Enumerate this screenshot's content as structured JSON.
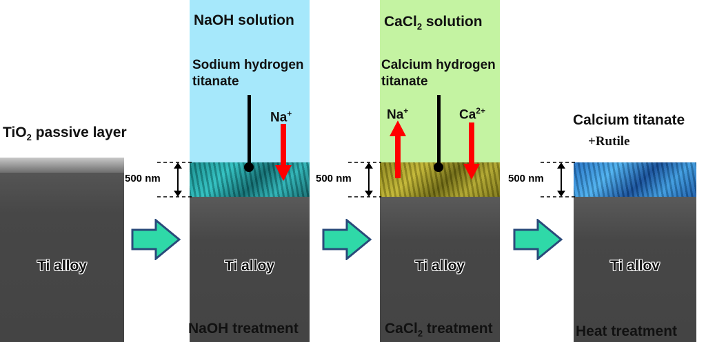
{
  "colors": {
    "naoh_bg": "#a6e8fb",
    "cacl2_bg": "#c4f3a2",
    "alloy": "#484848",
    "arrow_fill": "#2fd9a8",
    "arrow_stroke": "#2a4a7a",
    "ion_arrow": "#ff0000",
    "layer_naoh": "#1fa6a6",
    "layer_cacl2": "#a19a22",
    "layer_heat": "#2a86d8"
  },
  "stage1": {
    "layer_label_prefix": "TiO",
    "layer_label_sub": "2",
    "layer_label_suffix": " passive layer",
    "alloy_label": "Ti alloy"
  },
  "stage2": {
    "solution_label": "NaOH solution",
    "product_line1": "Sodium hydrogen",
    "product_line2": "titanate",
    "ion_label": "Na",
    "ion_charge": "+",
    "thickness_label": "500 nm",
    "alloy_label": "Ti alloy",
    "caption": "NaOH treatment"
  },
  "stage3": {
    "solution_prefix": "CaCl",
    "solution_sub": "2",
    "solution_suffix": " solution",
    "product_line1": "Calcium hydrogen",
    "product_line2": "titanate",
    "ion_out_label": "Na",
    "ion_out_charge": "+",
    "ion_in_label": "Ca",
    "ion_in_charge": "2+",
    "thickness_label": "500 nm",
    "alloy_label": "Ti alloy",
    "caption_prefix": "CaCl",
    "caption_sub": "2",
    "caption_suffix": " treatment"
  },
  "stage4": {
    "product_line1": "Calcium titanate",
    "product_line2": "+Rutile",
    "thickness_label": "500 nm",
    "alloy_label": "Ti allov",
    "caption": "Heat treatment"
  }
}
